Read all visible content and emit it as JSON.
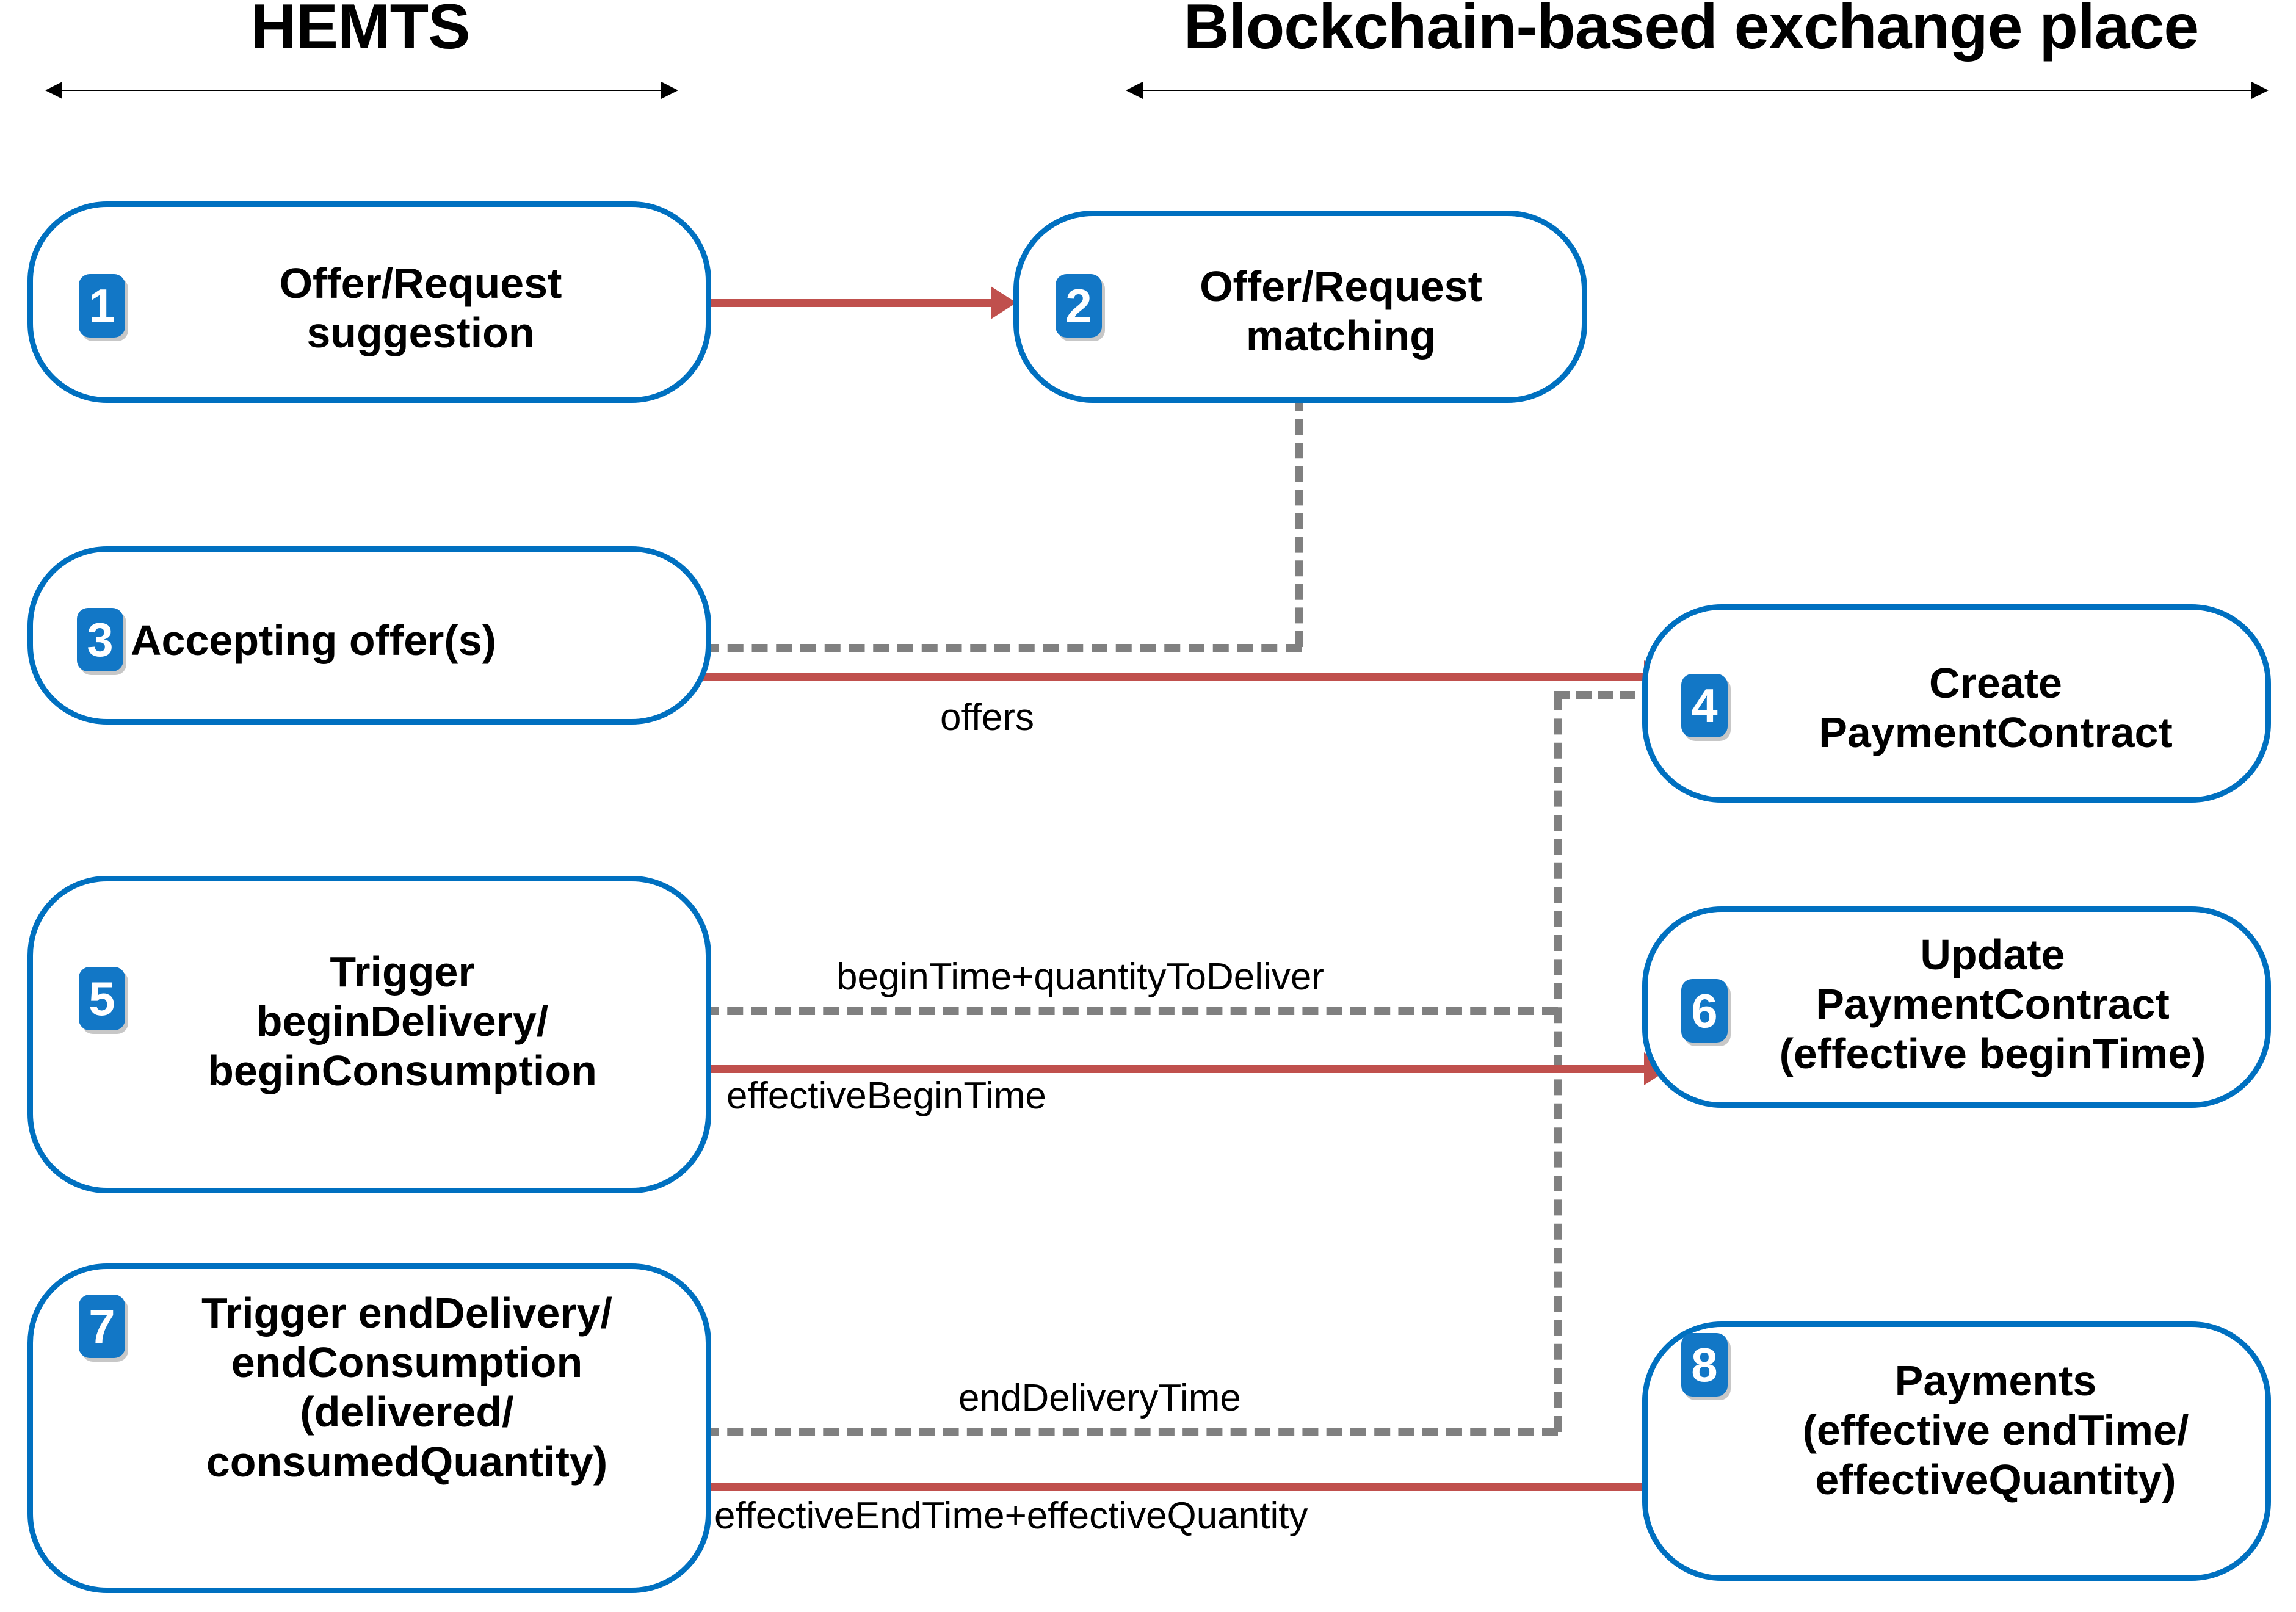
{
  "columns": [
    {
      "title": "HEMTS"
    },
    {
      "title": "Blockchain-based exchange place"
    }
  ],
  "boxes": [
    {
      "number": "1",
      "label": "Offer/Request\nsuggestion",
      "lines": [
        "Offer/Request",
        "suggestion"
      ]
    },
    {
      "number": "2",
      "label": "Offer/Request matching",
      "lines": [
        "Offer/Request",
        "matching"
      ]
    },
    {
      "number": "3",
      "label": "Accepting offer(s)",
      "lines": [
        "Accepting offer(s)"
      ]
    },
    {
      "number": "4",
      "label": "Create PaymentContract",
      "lines": [
        "Create",
        "PaymentContract"
      ]
    },
    {
      "number": "5",
      "label": "Trigger beginDelivery/beginConsumption",
      "lines": [
        "Trigger",
        "beginDelivery/",
        "beginConsumption"
      ]
    },
    {
      "number": "6",
      "label": "Update PaymentContract (effective beginTime)",
      "lines": [
        "Update",
        "PaymentContract",
        "(effective beginTime)"
      ]
    },
    {
      "number": "7",
      "label": "Trigger endDelivery/endConsumption (delivered/consumedQuantity)",
      "lines": [
        "Trigger endDelivery/",
        "endConsumption",
        "(delivered/",
        "consumedQuantity)"
      ]
    },
    {
      "number": "8",
      "label": "Payments (effective endTime/effectiveQuantity)",
      "lines": [
        "Payments",
        "(effective endTime/",
        "effectiveQuantity)"
      ]
    }
  ],
  "box_text": {
    "b1l1": "Offer/Request",
    "b1l2": "suggestion",
    "b2l1": "Offer/Request",
    "b2l2": "matching",
    "b3l1": "Accepting offer(s)",
    "b4l1": "Create",
    "b4l2": "PaymentContract",
    "b5l1": "Trigger",
    "b5l2": "beginDelivery/",
    "b5l3": "beginConsumption",
    "b6l1": "Update",
    "b6l2": "PaymentContract",
    "b6l3": "(effective beginTime)",
    "b7l1": "Trigger endDelivery/",
    "b7l2": "endConsumption",
    "b7l3": "(delivered/",
    "b7l4": "consumedQuantity)",
    "b8l1": "Payments",
    "b8l2": "(effective endTime/",
    "b8l3": "effectiveQuantity)"
  },
  "badges": {
    "n1": "1",
    "n2": "2",
    "n3": "3",
    "n4": "4",
    "n5": "5",
    "n6": "6",
    "n7": "7",
    "n8": "8"
  },
  "edge_labels": {
    "offers": "offers",
    "begin_time_quantity": "beginTime+quantityToDeliver",
    "effective_begin_time": "effectiveBeginTime",
    "end_delivery_time": "endDeliveryTime",
    "effective_end_quantity": "effectiveEndTime+effectiveQuantity"
  },
  "colors": {
    "box_border": "#0070C0",
    "badge_fill": "#1277C6",
    "solid_arrow": "#C0504D",
    "dashed_arrow": "#808080",
    "text": "#000000",
    "background": "#FFFFFF"
  }
}
